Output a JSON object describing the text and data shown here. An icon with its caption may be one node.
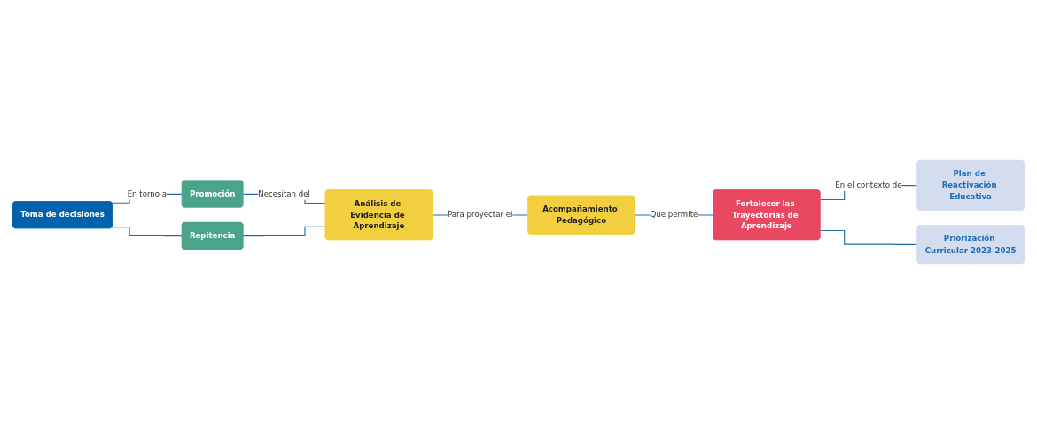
{
  "diagram": {
    "nodes": [
      {
        "text": [
          "Toma de decisiones"
        ]
      },
      {
        "text": [
          "Promoción"
        ]
      },
      {
        "text": [
          "Repitencia"
        ]
      },
      {
        "text": [
          "Análisis de Evidencia de Aprendizaje"
        ]
      },
      {
        "text": [
          "Acompañamiento Pedagógico"
        ]
      },
      {
        "text": [
          "Fortalecer las Trayectorias de Aprendizaje"
        ]
      },
      {
        "text": [
          "Plan de Reactivación Educativa"
        ]
      },
      {
        "text": [
          "Priorización Curricular 2023-2025"
        ]
      }
    ],
    "edges": [
      {
        "from": 0,
        "to": 1,
        "arrow": "none",
        "label": "En torno a"
      },
      {
        "from": 0,
        "to": 2,
        "arrow": "none"
      },
      {
        "from": 1,
        "to": 3,
        "arrow": "none",
        "label": "Necesitan del"
      },
      {
        "from": 2,
        "to": 3,
        "arrow": "none"
      },
      {
        "from": 3,
        "to": 4,
        "arrow": "none",
        "label": "Para proyectar el"
      },
      {
        "from": 4,
        "to": 5,
        "arrow": "none",
        "label": "Que permite"
      },
      {
        "from": 5,
        "to": 6,
        "arrow": "none",
        "label": "En el contexto de"
      },
      {
        "from": 5,
        "to": 7,
        "arrow": "none"
      }
    ]
  }
}
